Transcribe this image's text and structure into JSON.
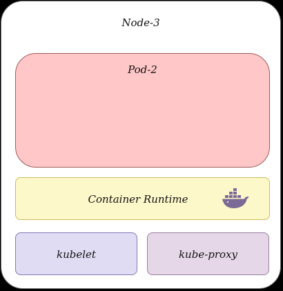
{
  "node": {
    "title": "Node-3"
  },
  "pod": {
    "title": "Pod-2"
  },
  "runtime": {
    "label": "Container Runtime",
    "icon": "docker-icon"
  },
  "components": {
    "kubelet": "kubelet",
    "kube_proxy": "kube-proxy"
  },
  "colors": {
    "node_fill": "#ffffff",
    "pod_fill": "#ffc7c7",
    "runtime_fill": "#fdf8c9",
    "kubelet_fill": "#e0dcf3",
    "kube_proxy_fill": "#e6d7e8",
    "docker_icon": "#7b6a95"
  }
}
